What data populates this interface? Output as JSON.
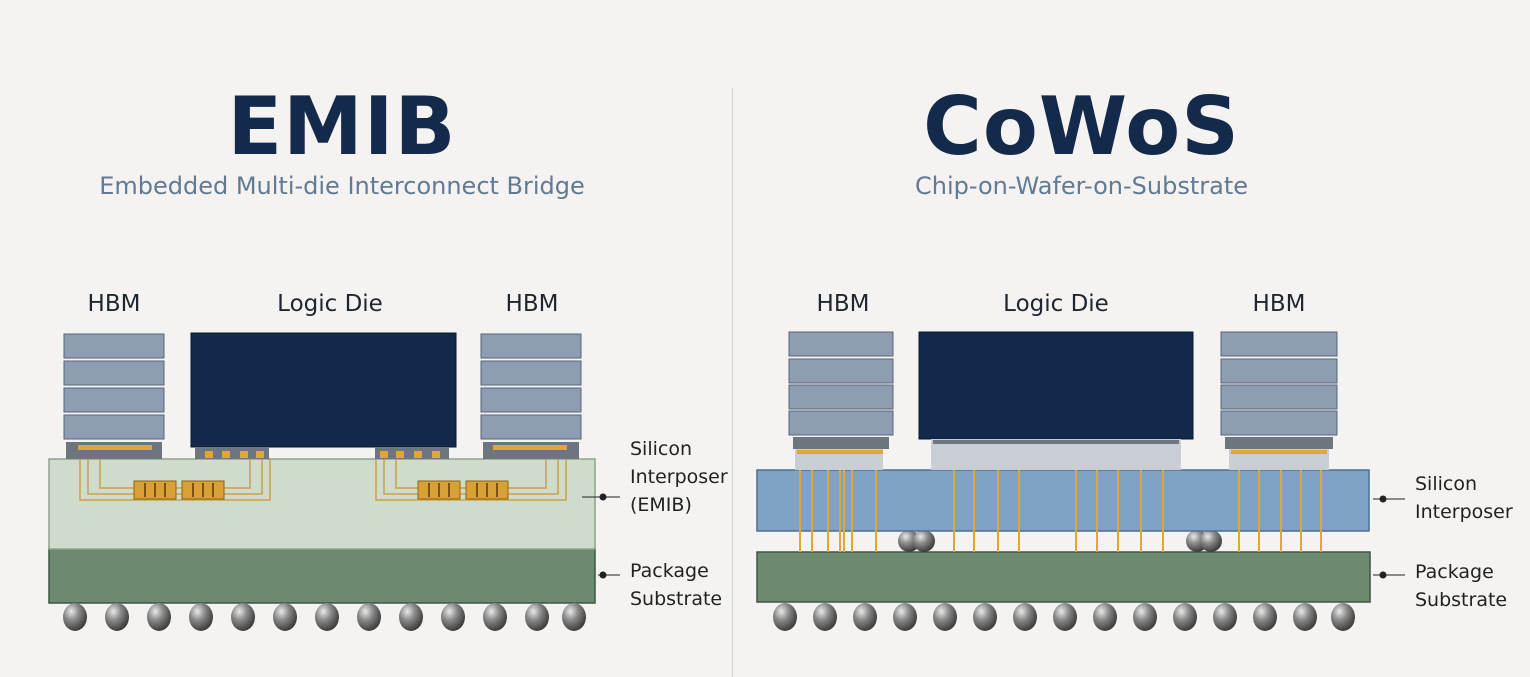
{
  "emib": {
    "title": "EMIB",
    "subtitle": "Embedded Multi-die Interconnect Bridge",
    "hbm_left_label": "HBM",
    "logic_label": "Logic Die",
    "hbm_right_label": "HBM",
    "interposer_label": "Silicon\nInterposer\n(EMIB)",
    "substrate_label": "Package\nSubstrate"
  },
  "cowos": {
    "title": "CoWoS",
    "subtitle": "Chip-on-Wafer-on-Substrate",
    "hbm_left_label": "HBM",
    "logic_label": "Logic Die",
    "hbm_right_label": "HBM",
    "interposer_label": "Silicon\nInterposer",
    "substrate_label": "Package\nSubstrate"
  },
  "colors": {
    "title": "#132a4a",
    "subtitle": "#617b93",
    "hbm": "#8e9db2",
    "logic_die": "#13294a",
    "emib_interposer": "#cfdccb",
    "cowos_interposer": "#7fa2c6",
    "substrate": "#6c8a6f",
    "gold": "#e0a733",
    "solder_ball": "#6f6f6f"
  }
}
